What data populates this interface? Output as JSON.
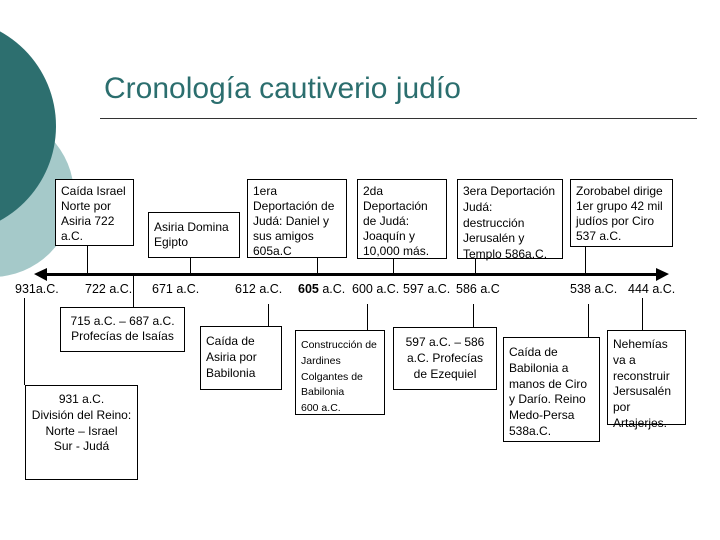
{
  "slide": {
    "title": "Cronología cautiverio judío",
    "colors": {
      "accent_dark_circle": "#2d6f6f",
      "accent_light_circle": "#a5c9c9",
      "title_text": "#2b6e6e",
      "line": "#000000",
      "background": "#ffffff"
    }
  },
  "timeline": {
    "dates": [
      {
        "label": "931a.C."
      },
      {
        "label": "722 a.C."
      },
      {
        "label": "671 a.C."
      },
      {
        "label": "612 a.C."
      },
      {
        "bold": "605",
        "rest": " a.C."
      },
      {
        "label": "600 a.C."
      },
      {
        "label": "597 a.C."
      },
      {
        "label": "586 a.C"
      },
      {
        "label": "538 a.C."
      },
      {
        "label": "444 a.C."
      }
    ]
  },
  "events_top": [
    {
      "text": "Caída Israel\nNorte por\nAsiria 722\na.C."
    },
    {
      "text": "Asiria Domina\nEgipto"
    },
    {
      "text": "1era\nDeportación de\nJudá: Daniel y\nsus amigos\n605a.C"
    },
    {
      "text": "2da\nDeportación\nde Judá:\nJoaquín y\n10,000 más."
    },
    {
      "text": "3era Deportación\nJudá: destrucción\nJerusalén y\nTemplo 586a.C."
    },
    {
      "text": "Zorobabel dirige\n1er grupo 42 mil\njudíos por Ciro\n537 a.C."
    }
  ],
  "events_bottom": [
    {
      "text": "715 a.C. – 687 a.C.\nProfecías de Isaías"
    },
    {
      "text": "931 a.C.\nDivisión del Reino:\nNorte – Israel\nSur - Judá"
    },
    {
      "text": "Caída de\nAsiria por\nBabilonia"
    },
    {
      "text": "Construcción de\nJardines\nColgantes de\nBabilonia\n600 a.C."
    },
    {
      "text": "597 a.C. – 586\na.C. Profecías\nde Ezequiel"
    },
    {
      "text": "Caída de\nBabilonia a\nmanos de Ciro\ny Darío. Reino\nMedo-Persa\n538a.C."
    },
    {
      "text": "Nehemías\nva a\nreconstruir\nJersusalén\npor\nArtajerjes."
    }
  ]
}
